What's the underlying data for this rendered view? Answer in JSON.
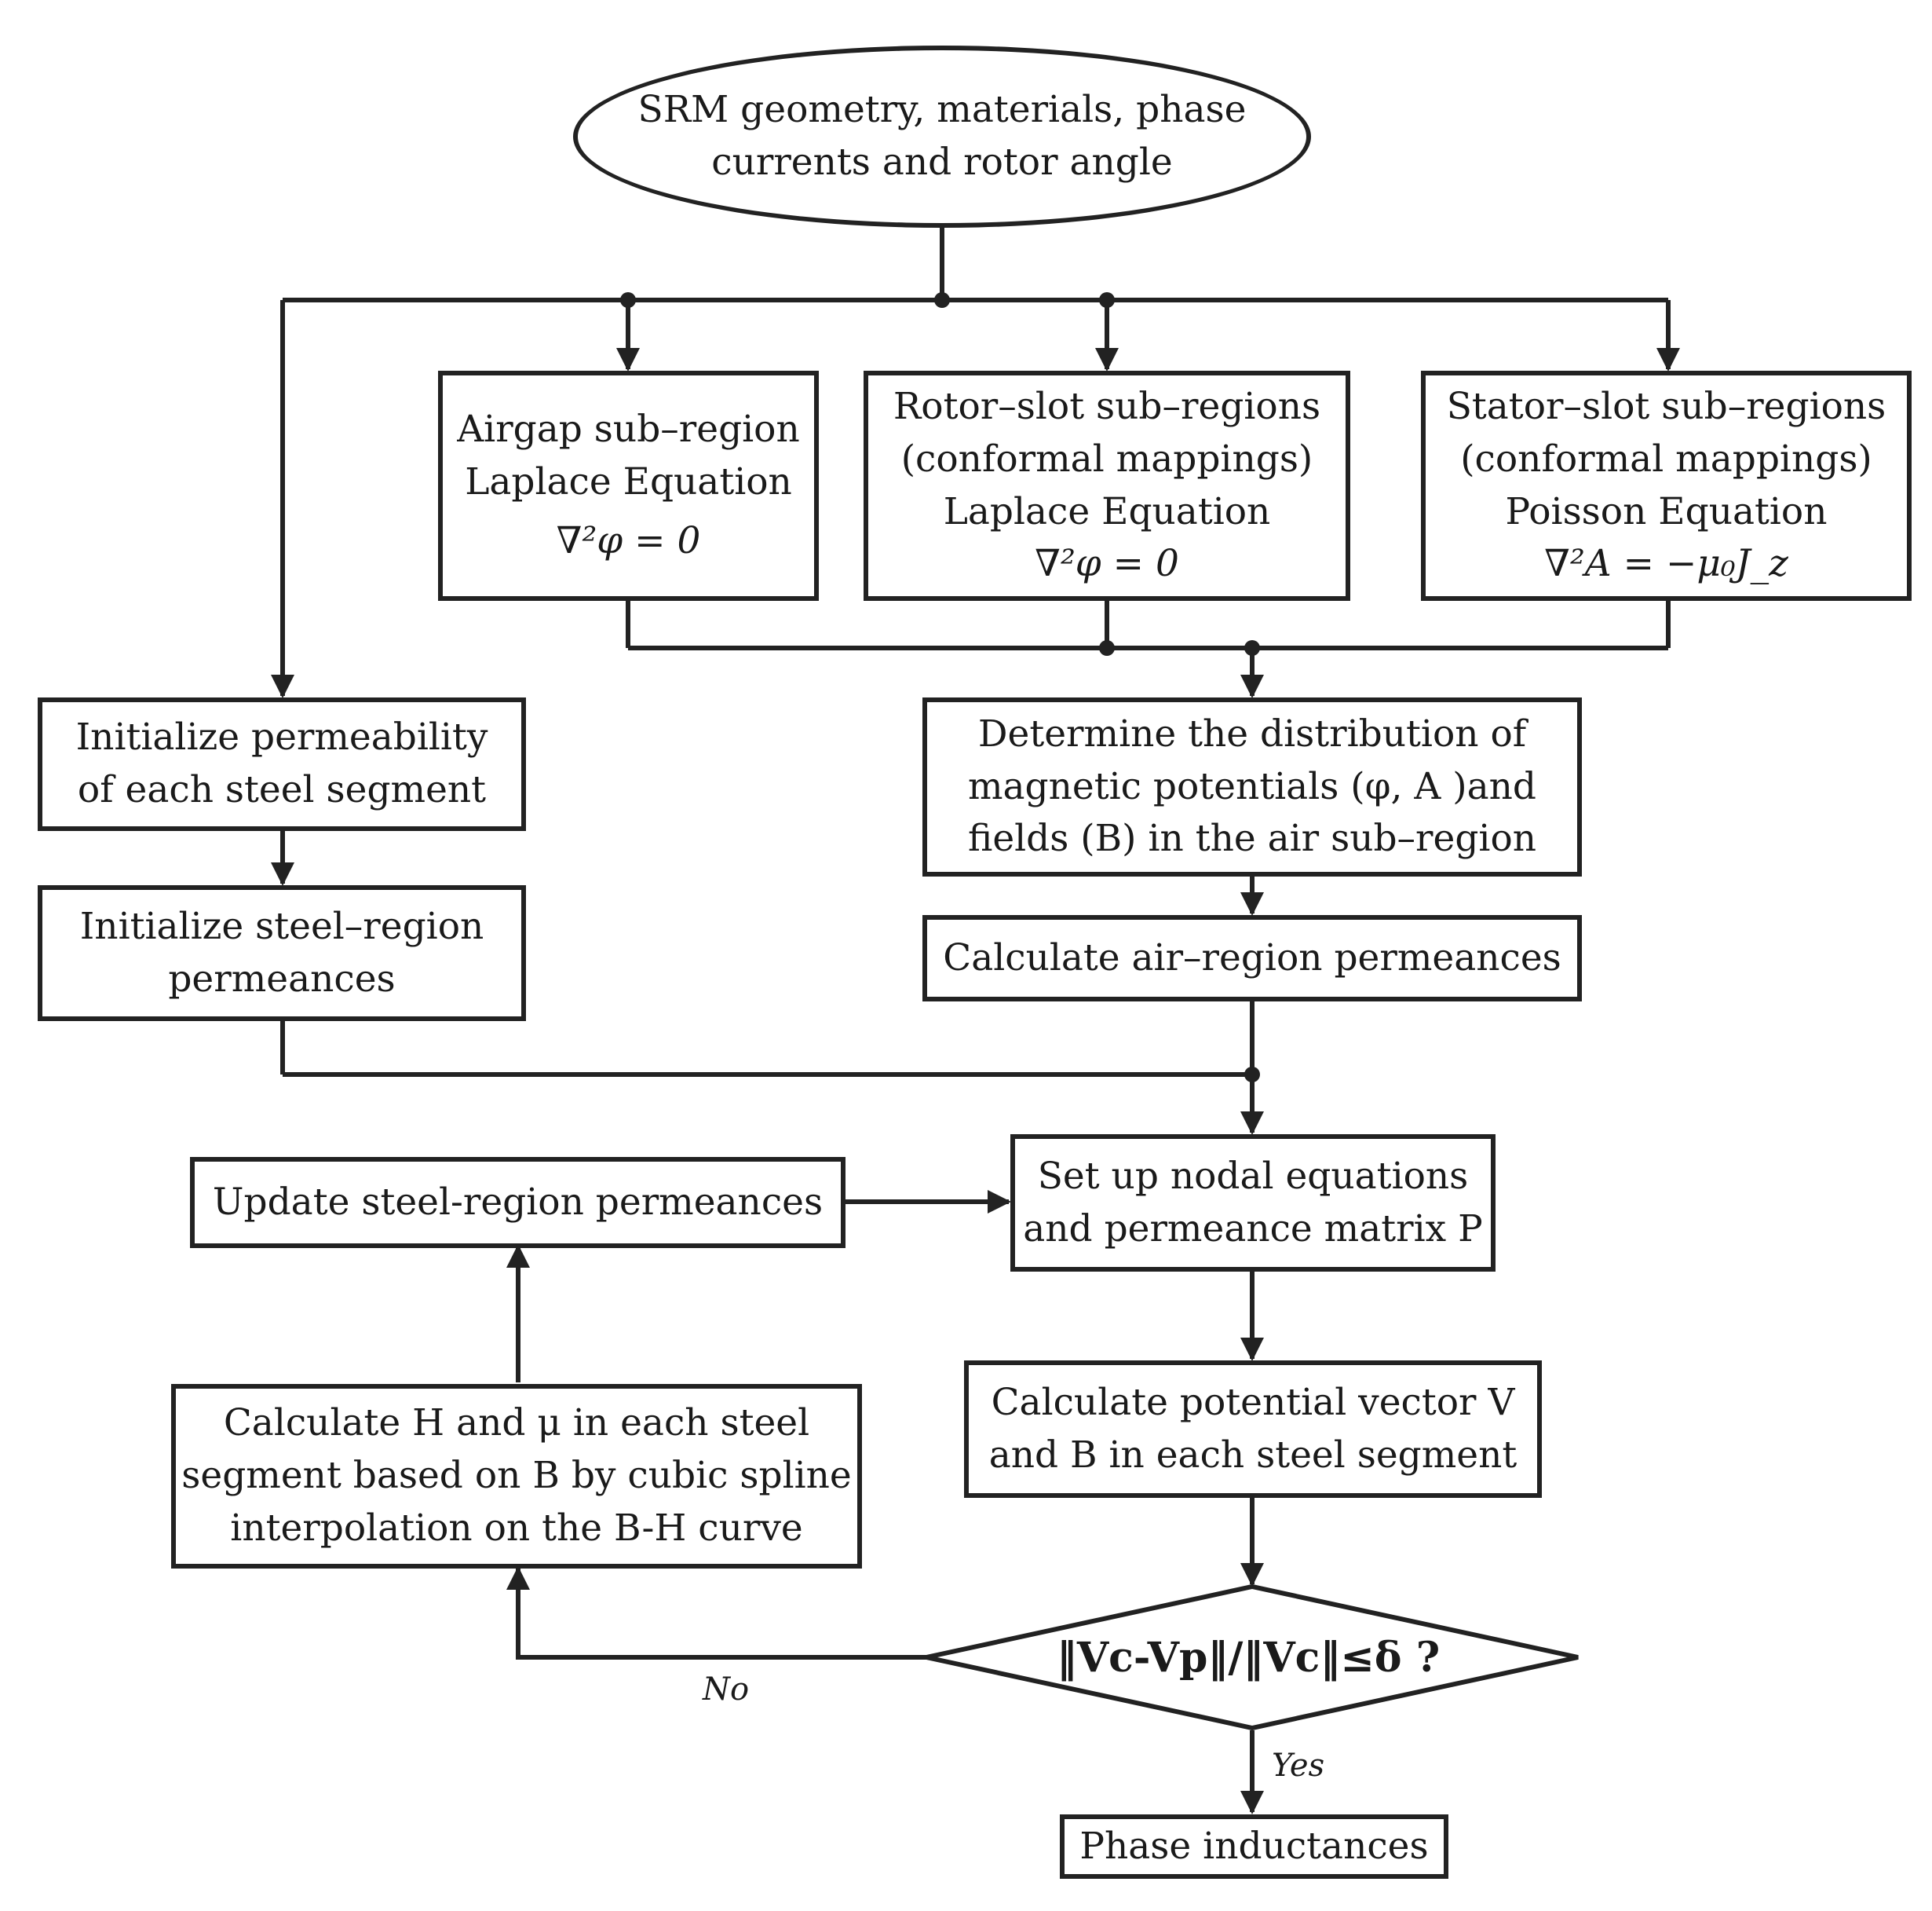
{
  "start": {
    "lines": [
      "SRM geometry, materials, phase",
      "currents and rotor angle"
    ]
  },
  "airgap": {
    "lines": [
      "Airgap sub–region",
      "Laplace Equation"
    ],
    "equation": "∇²φ = 0"
  },
  "rotor_slot": {
    "lines": [
      "Rotor–slot sub–regions",
      "(conformal mappings)",
      "Laplace Equation"
    ],
    "equation": "∇²φ = 0"
  },
  "stator_slot": {
    "lines": [
      "Stator–slot sub–regions",
      "(conformal mappings)",
      "Poisson Equation"
    ],
    "equation": "∇²A = −μ₀J_z"
  },
  "init_perm": {
    "lines": [
      "Initialize permeability",
      "of each steel segment"
    ]
  },
  "init_steel": {
    "lines": [
      "Initialize steel–region",
      "permeances"
    ]
  },
  "determine": {
    "lines": [
      "Determine the distribution of",
      "magnetic potentials (φ, A )and",
      "fields (B) in the air sub–region"
    ]
  },
  "calc_air": {
    "lines": [
      "Calculate air–region permeances"
    ]
  },
  "update": {
    "lines": [
      "Update steel-region permeances"
    ]
  },
  "setup": {
    "lines": [
      "Set up nodal equations",
      "and permeance matrix P"
    ]
  },
  "calc_v": {
    "lines": [
      "Calculate potential vector V",
      "and B in each steel segment"
    ]
  },
  "calc_h": {
    "lines": [
      "Calculate H and μ in each steel",
      "segment based on B by cubic spline",
      "interpolation on the B-H curve"
    ]
  },
  "decision": {
    "text": "‖Vc-Vp‖/‖Vc‖≤δ ?"
  },
  "output": {
    "lines": [
      "Phase inductances"
    ]
  },
  "labels": {
    "no": "No",
    "yes": "Yes"
  },
  "colors": {
    "stroke": "#222222",
    "background": "#ffffff"
  }
}
